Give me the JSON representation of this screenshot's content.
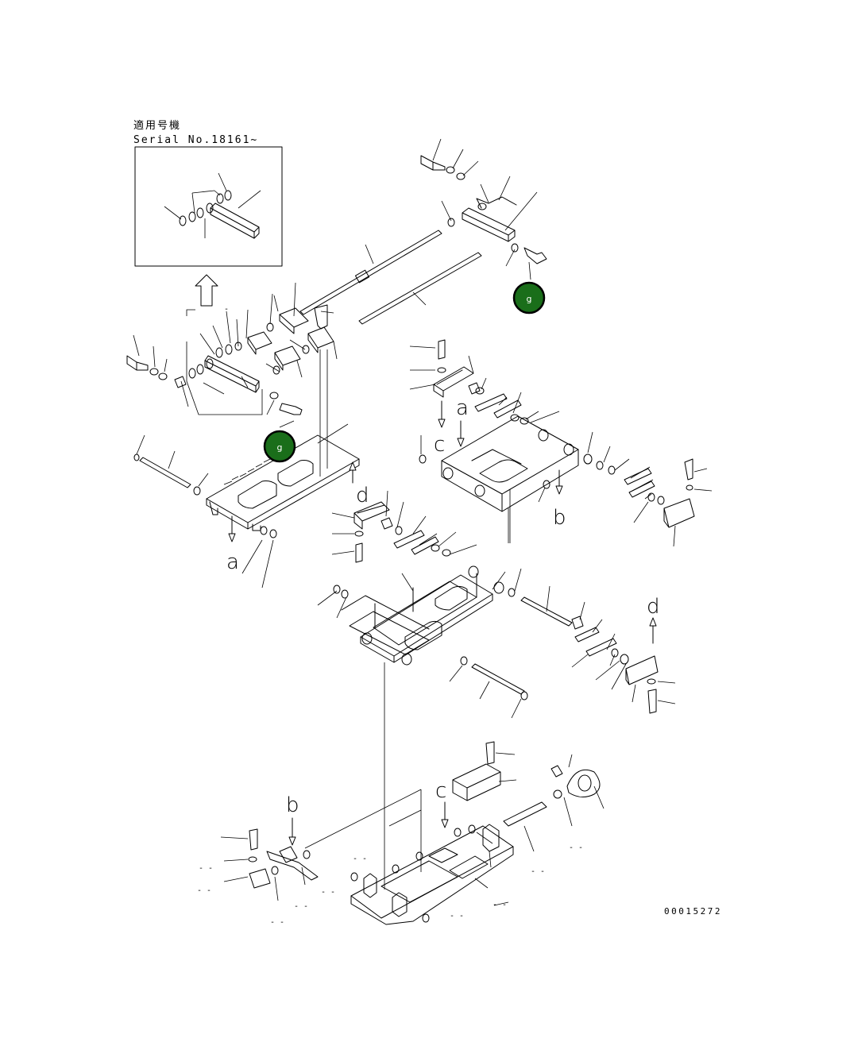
{
  "inset": {
    "title_jp": "適用号機",
    "serial": "Serial No.18161~"
  },
  "letters": {
    "a": "a",
    "b": "b",
    "c": "c",
    "d": "d"
  },
  "badges": [
    {
      "label": "g"
    },
    {
      "label": "g"
    }
  ],
  "badge_color": "#1a6e1a",
  "drawing_number": "00015272"
}
